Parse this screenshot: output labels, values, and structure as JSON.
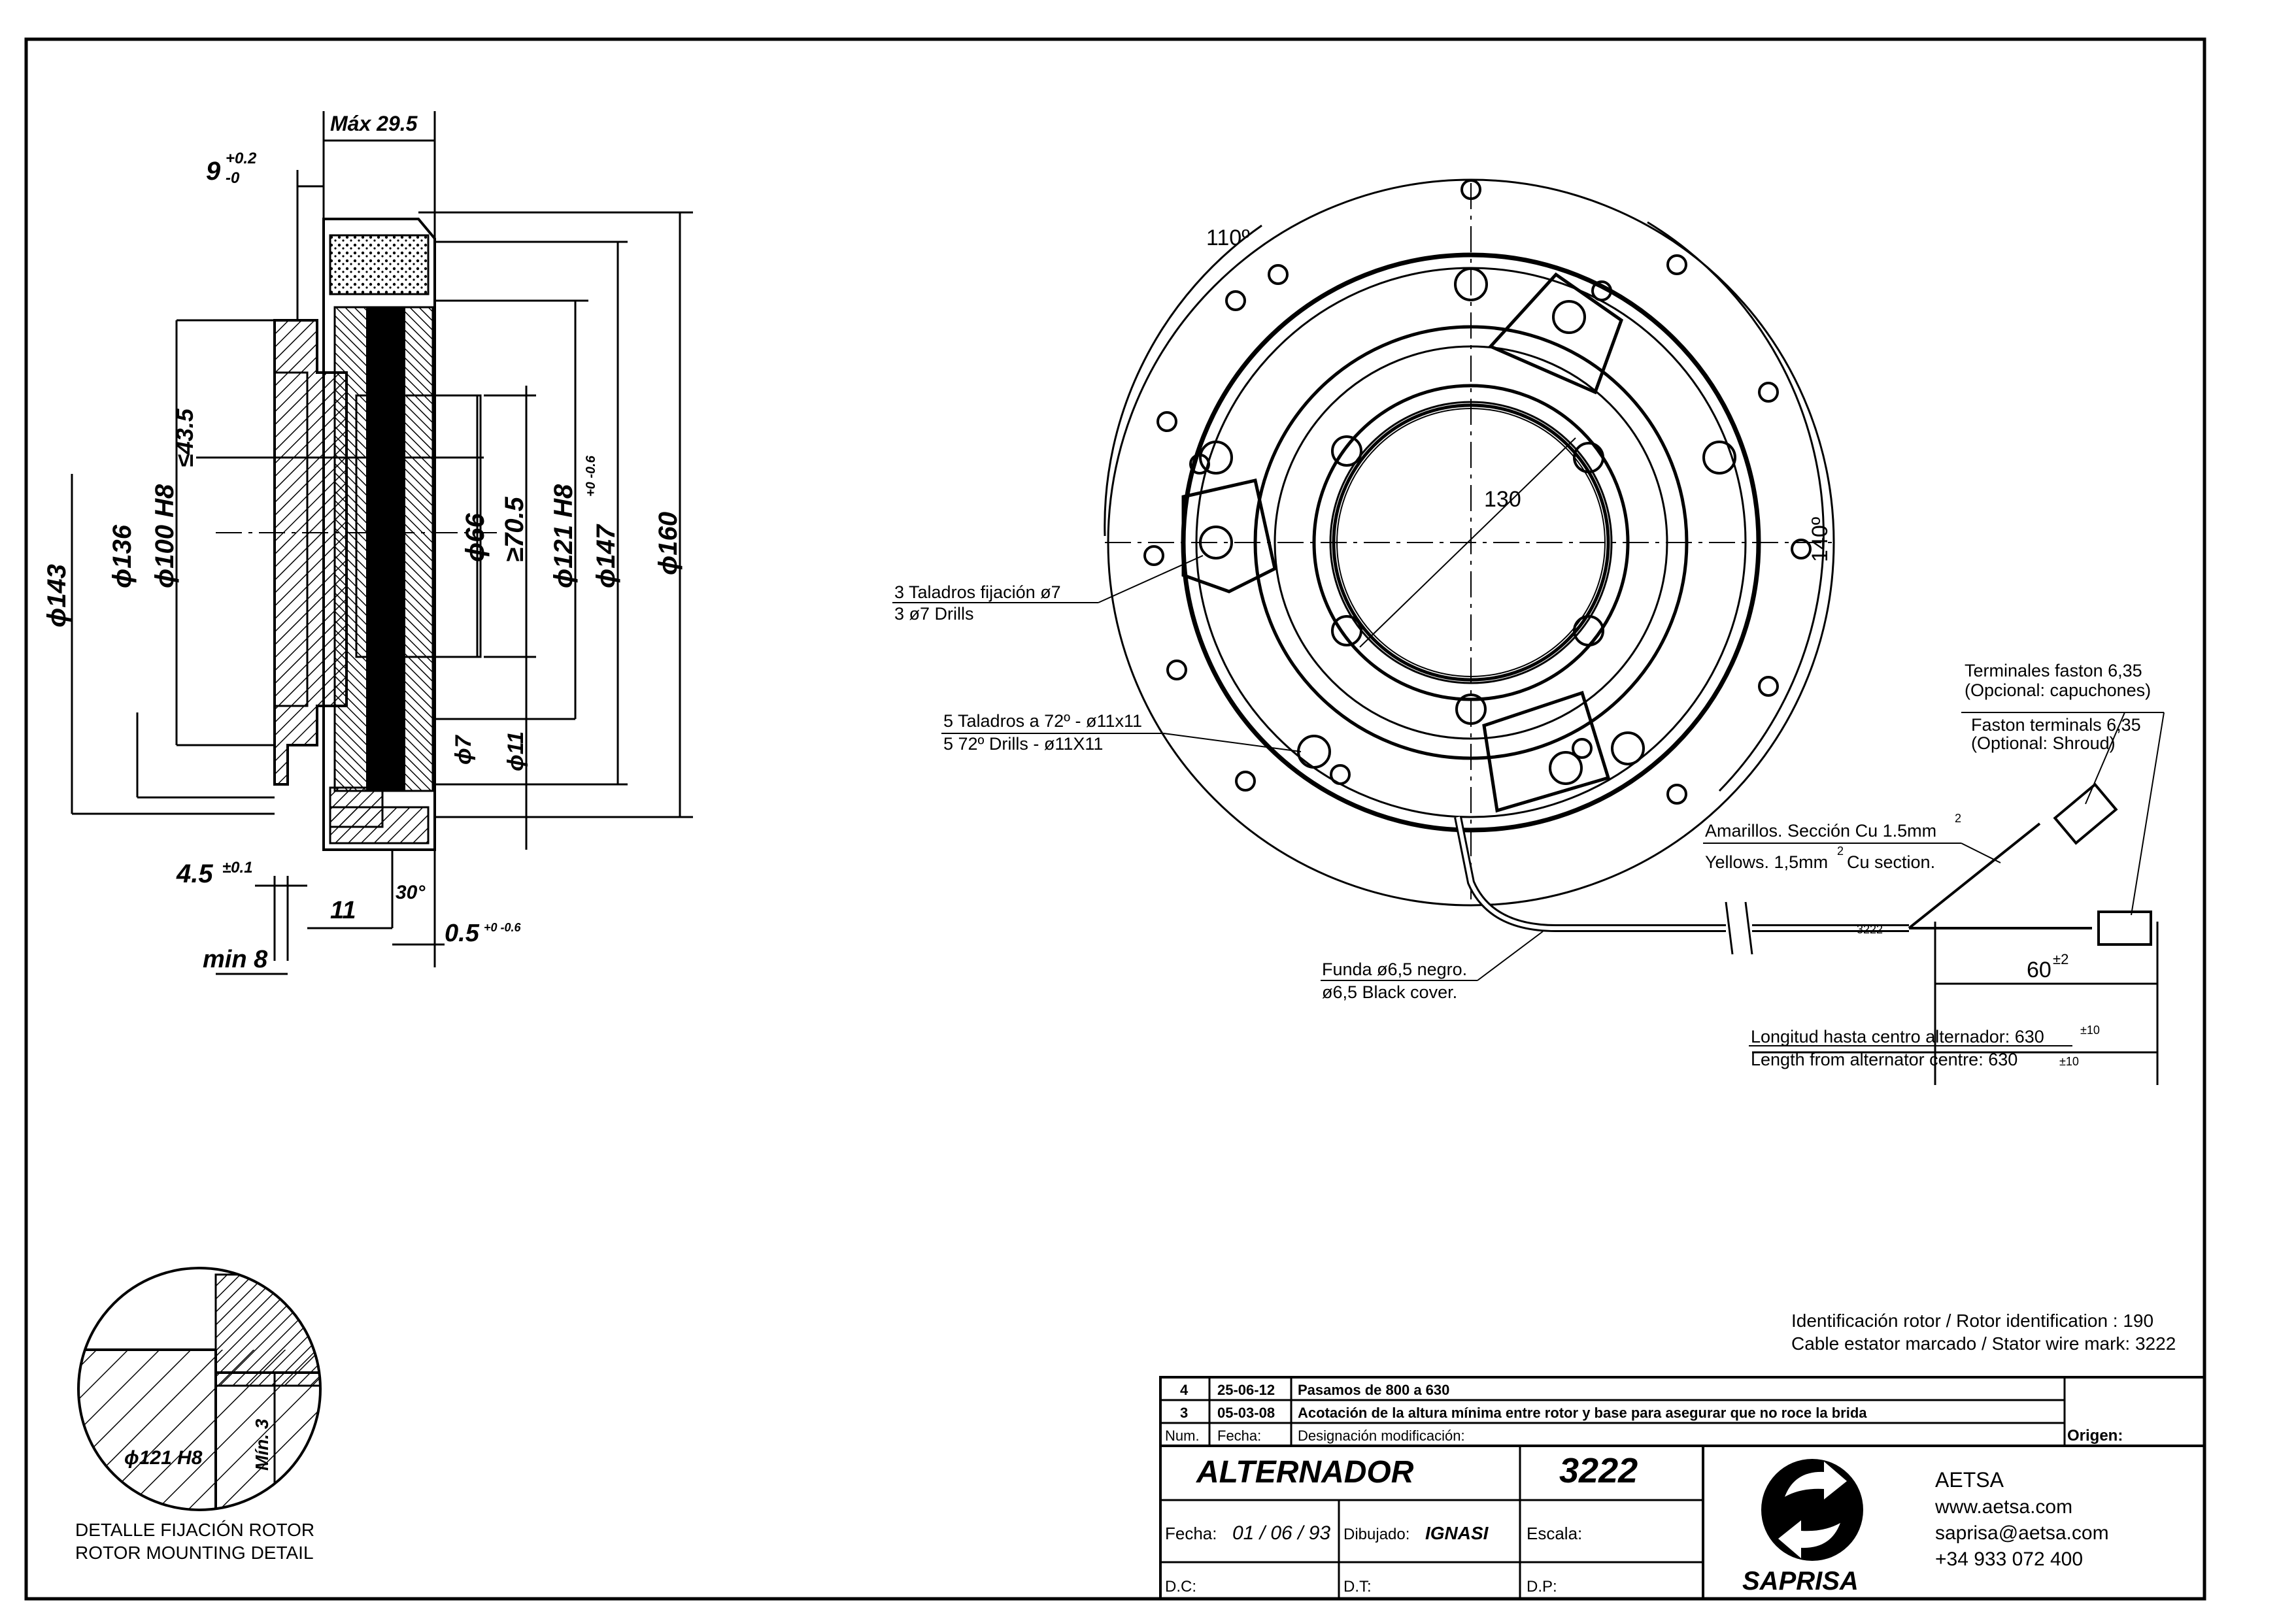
{
  "side_view": {
    "dims": {
      "max_width": "Máx 29.5",
      "tolerance_top": "9",
      "tolerance_top_sup": "+0.2",
      "tolerance_top_sub": "-0",
      "d143": "ϕ143",
      "d136": "ϕ136",
      "d100": "ϕ100 H8",
      "le43": "≤43.5",
      "d66": "ϕ66",
      "ge70": "≥70.5",
      "d121": "ϕ121 H8",
      "d147": "ϕ147",
      "d147_tol": "+0 -0.6",
      "d160": "ϕ160",
      "d7": "ϕ7",
      "d11": "ϕ11",
      "four_five": "4.5",
      "four_five_tol": "±0.1",
      "eleven": "11",
      "thirty": "30°",
      "zero_five": "0.5",
      "zero_five_tol": "+0 -0.6",
      "min8": "min 8"
    }
  },
  "detail": {
    "label_es": "DETALLE FIJACIÓN ROTOR",
    "label_en": "ROTOR MOUNTING DETAIL",
    "d121": "ϕ121 H8",
    "min3": "Mín. 3"
  },
  "front_view": {
    "angle_110": "110º",
    "angle_140": "140º",
    "dim_130": "130",
    "callouts": {
      "drills3_es": "3 Taladros fijación ø7",
      "drills3_en": "3 ø7 Drills",
      "drills5_es": "5 Taladros a 72º - ø11x11",
      "drills5_en": "5 72º Drills - ø11X11",
      "faston_es_1": "Terminales faston 6,35",
      "faston_es_2": "(Opcional: capuchones)",
      "faston_en_1": "Faston terminals 6,35",
      "faston_en_2": "(Optional: Shroud)",
      "yellow_es": "Amarillos. Sección Cu 1.5mm",
      "yellow_en_a": "Yellows. 1,5mm",
      "yellow_en_b": "Cu section.",
      "sup2": "2",
      "cover_es": "Funda ø6,5 negro.",
      "cover_en": "ø6,5 Black cover.",
      "sixty": "60",
      "sixty_tol": "±2",
      "length_es": "Longitud hasta centro alternador: 630",
      "length_en": "Length from alternator centre: 630",
      "length_tol": "±10",
      "wire_mark": "3222"
    }
  },
  "identification": {
    "line1": "Identificación rotor / Rotor identification : 190",
    "line2": "Cable estator marcado / Stator wire mark: 3222"
  },
  "title_block": {
    "revisions": [
      {
        "num": "4",
        "date": "25-06-12",
        "desc": "Pasamos de 800 a 630"
      },
      {
        "num": "3",
        "date": "05-03-08",
        "desc": "Acotación de la altura mínima entre rotor y base para asegurar que no roce la brida"
      }
    ],
    "header_num": "Num.",
    "header_date": "Fecha:",
    "header_desc": "Designación modificación:",
    "origin_label": "Origen:",
    "part_name": "ALTERNADOR",
    "part_number": "3222",
    "fecha_label": "Fecha:",
    "fecha_value": "01 / 06 / 93",
    "dibujado_label": "Dibujado:",
    "dibujado_value": "IGNASI",
    "escala_label": "Escala:",
    "dc_label": "D.C:",
    "dt_label": "D.T:",
    "dp_label": "D.P:",
    "brand": "SAPRISA",
    "company": "AETSA",
    "web": "www.aetsa.com",
    "email": "saprisa@aetsa.com",
    "phone": "+34 933 072 400"
  }
}
